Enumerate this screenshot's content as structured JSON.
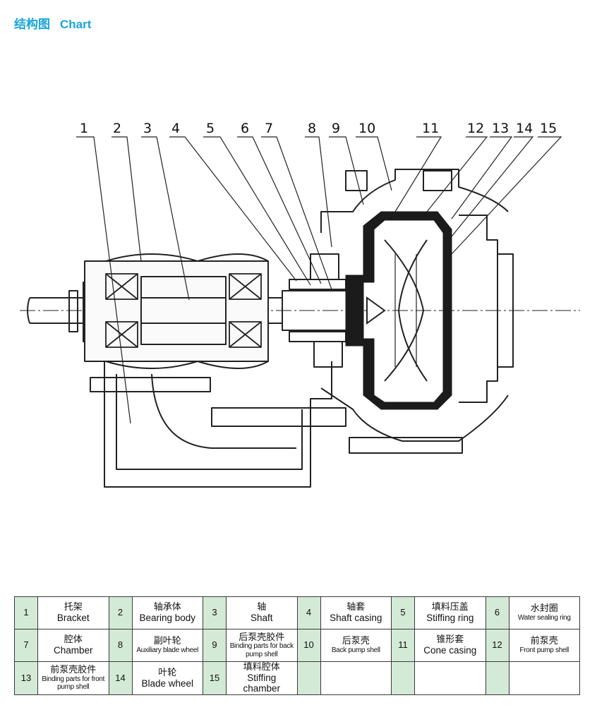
{
  "header": {
    "title_zh": "结构图",
    "title_en": "Chart"
  },
  "diagram": {
    "callouts": [
      "1",
      "2",
      "3",
      "4",
      "5",
      "6",
      "7",
      "8",
      "9",
      "10",
      "11",
      "12",
      "13",
      "14",
      "15"
    ]
  },
  "legend": {
    "items": [
      {
        "num": "1",
        "zh": "托架",
        "en": "Bracket"
      },
      {
        "num": "2",
        "zh": "轴承体",
        "en": "Bearing body"
      },
      {
        "num": "3",
        "zh": "轴",
        "en": "Shaft"
      },
      {
        "num": "4",
        "zh": "轴套",
        "en": "Shaft casing"
      },
      {
        "num": "5",
        "zh": "填料压盖",
        "en": "Stiffing ring"
      },
      {
        "num": "6",
        "zh": "水封圈",
        "en": "Water sealing ring"
      },
      {
        "num": "7",
        "zh": "腔体",
        "en": "Chamber"
      },
      {
        "num": "8",
        "zh": "副叶轮",
        "en": "Auxiliary blade wheel"
      },
      {
        "num": "9",
        "zh": "后泵壳胶件",
        "en": "Binding parts for back pump shell"
      },
      {
        "num": "10",
        "zh": "后泵壳",
        "en": "Back pump shell"
      },
      {
        "num": "11",
        "zh": "锥形套",
        "en": "Cone casing"
      },
      {
        "num": "12",
        "zh": "前泵壳",
        "en": "Front pump shell"
      },
      {
        "num": "13",
        "zh": "前泵壳胶件",
        "en": "Binding parts for front pump shell"
      },
      {
        "num": "14",
        "zh": "叶轮",
        "en": "Blade wheel"
      },
      {
        "num": "15",
        "zh": "填料腔体",
        "en": "Stiffing chamber"
      }
    ]
  }
}
